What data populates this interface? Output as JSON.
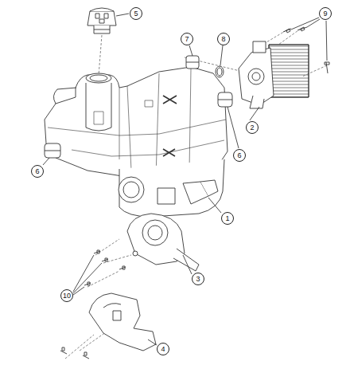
{
  "diagram": {
    "labels": [
      "5",
      "9",
      "7",
      "8",
      "6",
      "6",
      "2",
      "1",
      "3",
      "10",
      "4"
    ]
  }
}
